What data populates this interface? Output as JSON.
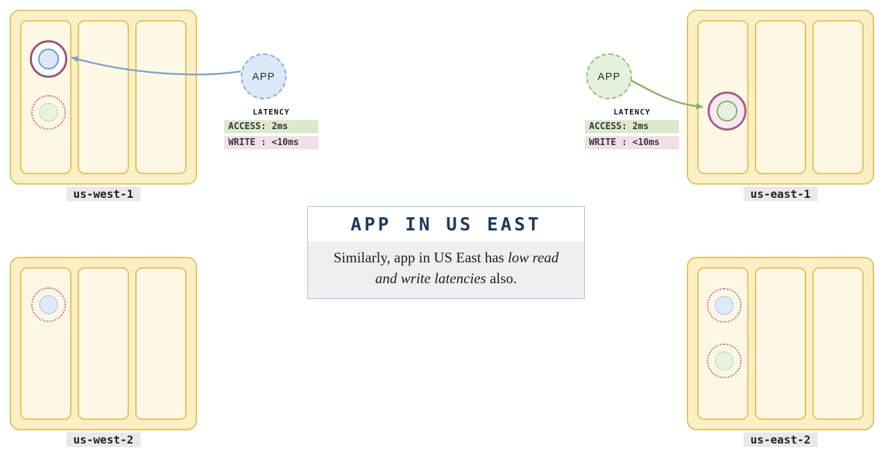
{
  "regions": {
    "us_west_1": {
      "label": "us-west-1"
    },
    "us_east_1": {
      "label": "us-east-1"
    },
    "us_west_2": {
      "label": "us-west-2"
    },
    "us_east_2": {
      "label": "us-east-2"
    }
  },
  "apps": {
    "west": {
      "label": "APP",
      "latency_title": "LATENCY",
      "access": "ACCESS: 2ms",
      "write": "WRITE : <10ms"
    },
    "east": {
      "label": "APP",
      "latency_title": "LATENCY",
      "access": "ACCESS: 2ms",
      "write": "WRITE : <10ms"
    }
  },
  "callout": {
    "title": "APP IN US EAST",
    "body_prefix": "Similarly, app in US East has ",
    "body_italic": "low read and write latencies",
    "body_suffix": " also."
  },
  "colors": {
    "region_fill": "#FBF0C5",
    "region_stroke": "#E3C45C",
    "arrow_blue": "#7BA3D6",
    "arrow_green": "#82B356",
    "access_chip_bg": "#DCEACC",
    "write_chip_bg": "#F2DFE7",
    "callout_title_color": "#1B3C60"
  }
}
